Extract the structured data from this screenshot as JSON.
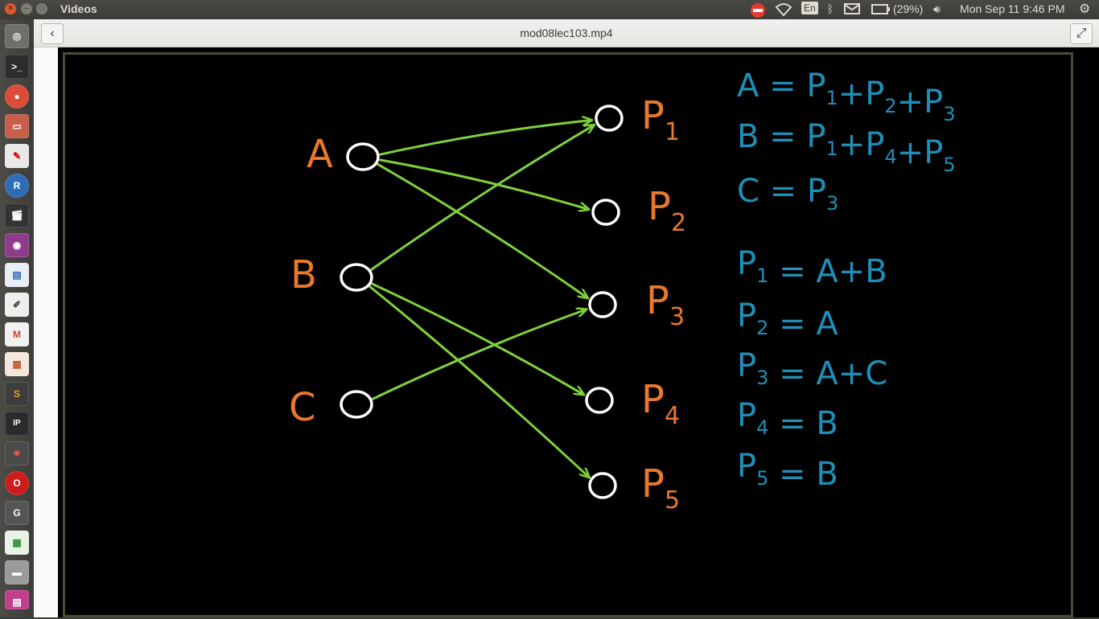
{
  "window": {
    "title": "Videos"
  },
  "panel": {
    "keyboard_layout": "En",
    "battery": "(29%)",
    "datetime": "Mon Sep 11  9:46 PM"
  },
  "header": {
    "file_name": "mod08lec103.mp4"
  },
  "launcher": {
    "items": [
      {
        "icon": "dash-icon"
      },
      {
        "icon": "terminal-icon"
      },
      {
        "icon": "chrome-icon"
      },
      {
        "icon": "files-icon"
      },
      {
        "icon": "pdf-viewer-icon"
      },
      {
        "icon": "r-icon"
      },
      {
        "icon": "video-editor-icon"
      },
      {
        "icon": "screen-recorder-icon"
      },
      {
        "icon": "writer-icon"
      },
      {
        "icon": "text-editor-icon"
      },
      {
        "icon": "gmail-icon"
      },
      {
        "icon": "impress-icon"
      },
      {
        "icon": "sublime-icon"
      },
      {
        "icon": "ipython-icon"
      },
      {
        "icon": "settings-icon"
      },
      {
        "icon": "opera-icon"
      },
      {
        "icon": "geogebra-icon"
      },
      {
        "icon": "calc-icon"
      },
      {
        "icon": "drive-icon"
      },
      {
        "icon": "workspaces-icon"
      }
    ]
  },
  "diagram": {
    "left_nodes": [
      "A",
      "B",
      "C"
    ],
    "right_nodes": [
      "P1",
      "P2",
      "P3",
      "P4",
      "P5"
    ],
    "edges": [
      [
        "A",
        "P1"
      ],
      [
        "A",
        "P2"
      ],
      [
        "A",
        "P3"
      ],
      [
        "B",
        "P1"
      ],
      [
        "B",
        "P4"
      ],
      [
        "B",
        "P5"
      ],
      [
        "C",
        "P3"
      ]
    ],
    "equations": [
      {
        "lhs": "A",
        "rhs": "P1+P2+P3"
      },
      {
        "lhs": "B",
        "rhs": "P1+P4+P5"
      },
      {
        "lhs": "C",
        "rhs": "P3"
      },
      {
        "lhs": "P1",
        "rhs": "A+B"
      },
      {
        "lhs": "P2",
        "rhs": "A"
      },
      {
        "lhs": "P3",
        "rhs": "A+C"
      },
      {
        "lhs": "P4",
        "rhs": "B"
      },
      {
        "lhs": "P5",
        "rhs": "B"
      }
    ],
    "colors": {
      "edge": "#7fd13b",
      "node": "#ffffff",
      "label": "#e8782c",
      "equation": "#1f8fb8"
    }
  }
}
